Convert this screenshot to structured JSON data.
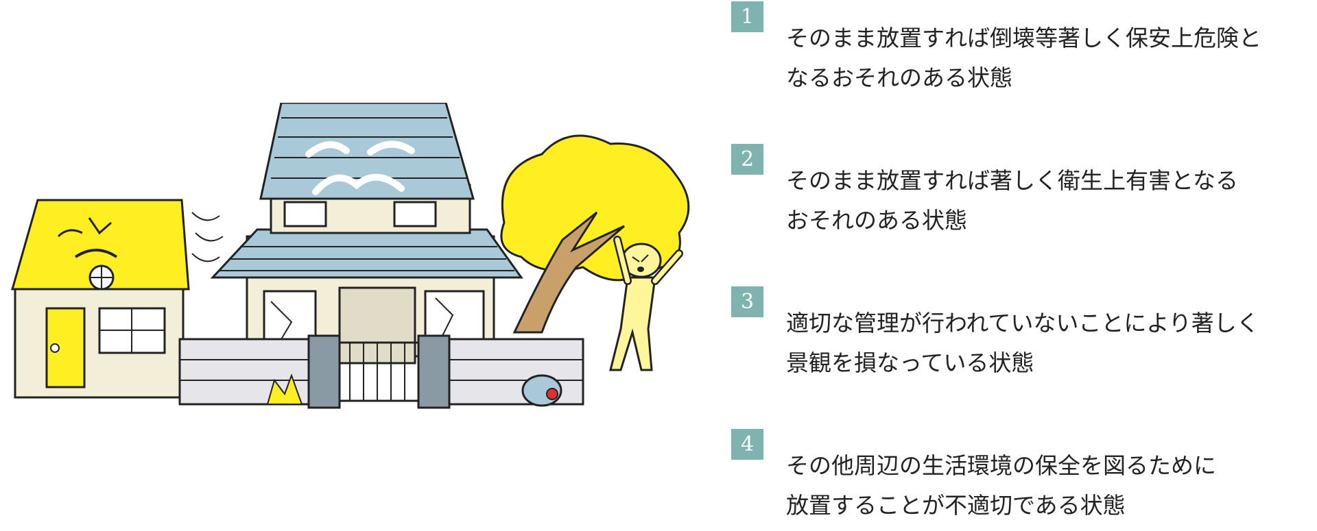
{
  "items": [
    {
      "number": "1",
      "lines": [
        "そのまま放置すれば倒壊等著しく保安上危険と",
        "なるおそれのある状態"
      ]
    },
    {
      "number": "2",
      "lines": [
        "そのまま放置すれば著しく衛生上有害となる",
        "おそれのある状態"
      ]
    },
    {
      "number": "3",
      "lines": [
        "適切な管理が行われていないことにより著しく",
        "景観を損なっている状態"
      ]
    },
    {
      "number": "4",
      "lines": [
        "その他周辺の生活環境の保全を図るために",
        "放置することが不適切である状態"
      ]
    }
  ],
  "colors": {
    "badge": "#7fb3b0",
    "yellow": "#ffee22",
    "roof_blue": "#a9c8d8",
    "tree_trunk": "#c9a06a"
  }
}
